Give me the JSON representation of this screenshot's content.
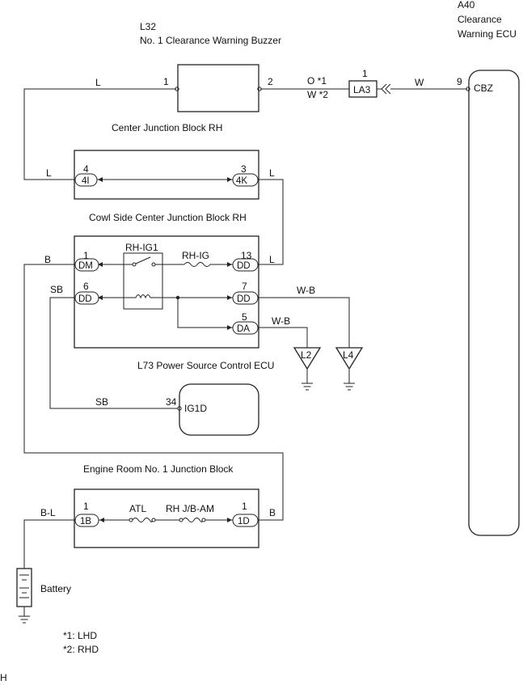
{
  "components": {
    "ecu": {
      "code": "A40",
      "name_line1": "Clearance",
      "name_line2": "Warning ECU",
      "pin": "9",
      "terminal": "CBZ"
    },
    "buzzer": {
      "code": "L32",
      "name": "No. 1 Clearance Warning Buzzer",
      "pin_left": "1",
      "pin_right": "2"
    },
    "center_jb": {
      "name": "Center Junction Block RH",
      "left_pin": "4",
      "left_conn": "4I",
      "right_pin": "3",
      "right_conn": "4K"
    },
    "cowl_jb": {
      "name": "Cowl Side Center Junction Block RH",
      "relay": "RH-IG1",
      "fuse": "RH-IG",
      "l1_pin": "1",
      "l1_conn": "DM",
      "l2_pin": "6",
      "l2_conn": "DD",
      "r1_pin": "13",
      "r1_conn": "DD",
      "r2_pin": "7",
      "r2_conn": "DD",
      "r3_pin": "5",
      "r3_conn": "DA"
    },
    "power_ecu": {
      "name": "L73 Power Source Control ECU",
      "pin": "34",
      "terminal": "IG1D"
    },
    "engine_jb": {
      "name": "Engine Room No. 1 Junction Block",
      "fuse1": "ATL",
      "fuse2": "RH J/B-AM",
      "left_pin": "1",
      "left_conn": "1B",
      "right_pin": "1",
      "right_conn": "1D"
    },
    "connector_la3": {
      "pin": "1",
      "code": "LA3"
    },
    "battery": {
      "label": "Battery"
    },
    "grounds": {
      "g1": "L2",
      "g2": "L4"
    }
  },
  "wires": {
    "buzzer_left": "L",
    "buzzer_right_a": "O *1",
    "buzzer_right_b": "W *2",
    "la3_ecu": "W",
    "center_left": "L",
    "center_right": "L",
    "cowl_b": "B",
    "cowl_sb": "SB",
    "cowl_13": "L",
    "ground_l4": "W-B",
    "ground_l2": "W-B",
    "ecu_sb": "SB",
    "engine_left": "B-L",
    "engine_right": "B"
  },
  "notes": {
    "n1": "*1: LHD",
    "n2": "*2: RHD"
  },
  "corner_mark": "H"
}
